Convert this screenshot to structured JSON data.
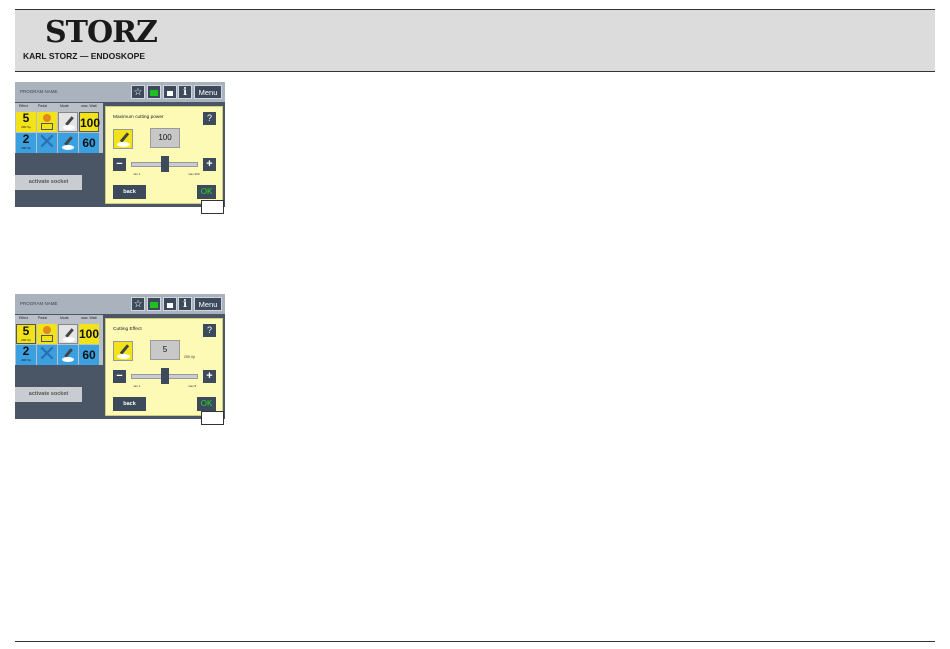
{
  "header": {
    "logo_word": "STORZ",
    "logo_sub": "KARL STORZ — ENDOSKOPE"
  },
  "screens": [
    {
      "program_name": "PROGRAM NAME",
      "toolbar": {
        "star_icon": "star-icon",
        "chat_icon": "chat-icon",
        "lock_icon": "lock-icon",
        "info_label": "i",
        "menu_label": "Menu"
      },
      "columns": [
        "Effect",
        "Pedal",
        "Mode",
        "max. Watt"
      ],
      "rows": [
        {
          "effect": "5",
          "effect_unit": "200 Vp",
          "watt": "100",
          "effect_color": "yellow"
        },
        {
          "effect": "2",
          "effect_unit": "200 Vp",
          "watt": "60",
          "effect_color": "blue"
        }
      ],
      "activate_label": "activate socket",
      "dialog": {
        "title": "Maximum cutting power",
        "help_label": "?",
        "value": "100",
        "unit": "",
        "minus_label": "−",
        "plus_label": "+",
        "slider_level_percent": 50,
        "min_label": "min 1",
        "max_label": "max 300",
        "back_label": "back",
        "ok_label": "OK"
      }
    },
    {
      "program_name": "PROGRAM NAME",
      "toolbar": {
        "star_icon": "star-icon",
        "chat_icon": "chat-icon",
        "lock_icon": "lock-icon",
        "info_label": "i",
        "menu_label": "Menu"
      },
      "columns": [
        "Effect",
        "Pedal",
        "Mode",
        "max. Watt"
      ],
      "rows": [
        {
          "effect": "5",
          "effect_unit": "200 Vp",
          "watt": "100",
          "effect_color": "yellow"
        },
        {
          "effect": "2",
          "effect_unit": "200 Vp",
          "watt": "60",
          "effect_color": "blue"
        }
      ],
      "activate_label": "activate socket",
      "dialog": {
        "title": "Cutting Effect",
        "help_label": "?",
        "value": "5",
        "unit": "200 Vp",
        "minus_label": "−",
        "plus_label": "+",
        "slider_level_percent": 50,
        "min_label": "min 1",
        "max_label": "max 8",
        "back_label": "back",
        "ok_label": "OK"
      }
    }
  ],
  "colors": {
    "header_bg": "#dcdcdc",
    "screen_bg": "#4a5566",
    "dialog_bg": "#fdfab6",
    "tile_yellow": "#f2e21a",
    "tile_blue": "#3aa0e0",
    "ok_green": "#22dd22"
  }
}
